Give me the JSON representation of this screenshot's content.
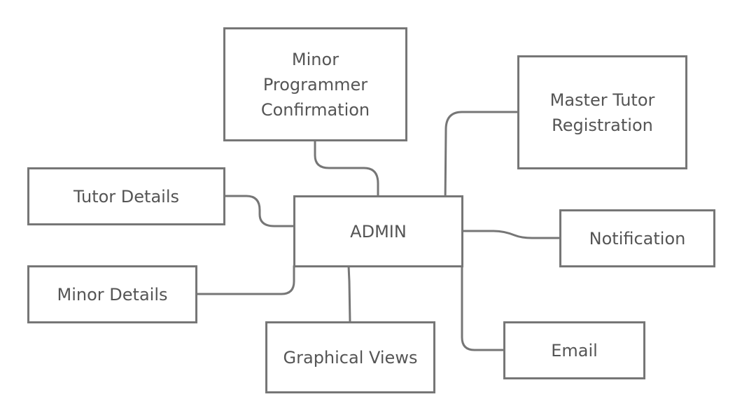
{
  "diagram": {
    "nodes": {
      "admin": "ADMIN",
      "minor_programmer_confirmation": [
        "Minor",
        "Programmer",
        "Confirmation"
      ],
      "master_tutor_registration": [
        "Master Tutor",
        "Registration"
      ],
      "tutor_details": "Tutor Details",
      "notification": "Notification",
      "minor_details": "Minor Details",
      "graphical_views": "Graphical Views",
      "email": "Email"
    },
    "colors": {
      "stroke": "#767676",
      "text": "#555555",
      "background": "#ffffff"
    }
  }
}
